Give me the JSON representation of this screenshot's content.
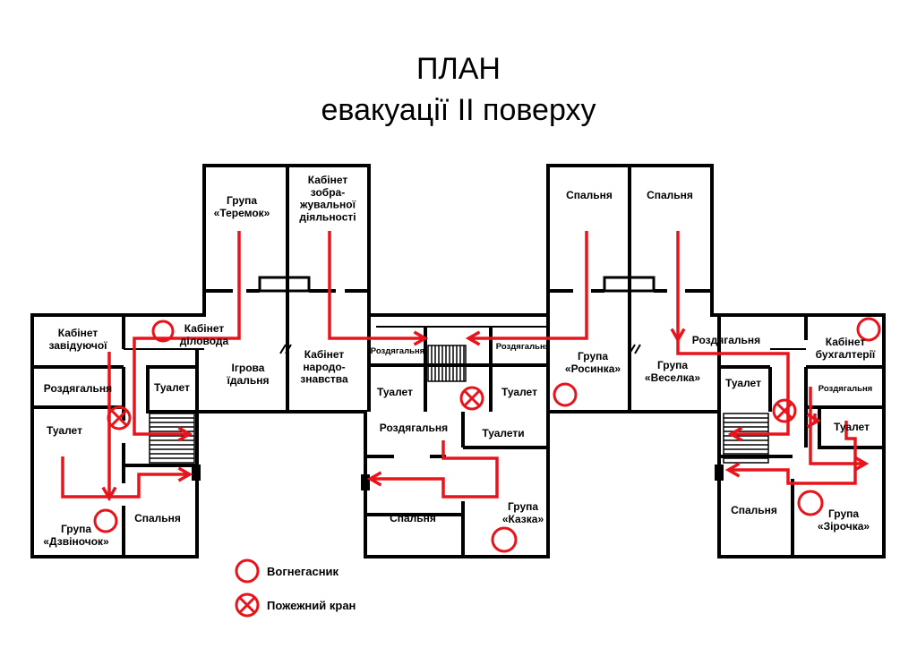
{
  "title": {
    "line1": "ПЛАН",
    "line2": "евакуації ІІ поверху"
  },
  "colors": {
    "walls": "#000000",
    "route": "#e8141b",
    "background": "#ffffff"
  },
  "rooms": {
    "teremok": [
      "Група",
      "«Теремок»"
    ],
    "kabinet_zobr": [
      "Кабінет",
      "зобра-",
      "жувальної",
      "діяльності"
    ],
    "spalnya_top1": [
      "Спальня"
    ],
    "spalnya_top2": [
      "Спальня"
    ],
    "zaviduyuchoyi": [
      "Кабінет",
      "завідуючої"
    ],
    "dilovoda": [
      "Кабінет",
      "діловода"
    ],
    "rozdyagalnya_left": [
      "Роздягальня"
    ],
    "tualet_left_a": [
      "Туалет"
    ],
    "tualet_left_b": [
      "Туалет"
    ],
    "igrova": [
      "Ігрова",
      "їдальня"
    ],
    "kabinet_narod": [
      "Кабінет",
      "народо-",
      "знавства"
    ],
    "rozdyag_center_left": [
      "Роздягальня"
    ],
    "rozdyag_center_right": [
      "Роздягальня"
    ],
    "tualet_center_left": [
      "Туалет"
    ],
    "tualet_center_right": [
      "Туалет"
    ],
    "rosynka": [
      "Група",
      "«Росинка»"
    ],
    "veselka": [
      "Група",
      "«Веселка»"
    ],
    "rozdyag_right_top": [
      "Роздягальня"
    ],
    "buhgalteriyi": [
      "Кабінет",
      "бухгалтерії"
    ],
    "rozdyag_right_small": [
      "Роздягальня"
    ],
    "tualet_right_a": [
      "Туалет"
    ],
    "tualet_right_b": [
      "Туалет"
    ],
    "dzvinochok": [
      "Група",
      "«Дзвіночок»"
    ],
    "spalnya_left": [
      "Спальня"
    ],
    "rozdyag_bottom": [
      "Роздягальня"
    ],
    "tualety": [
      "Туалети"
    ],
    "spalnya_center": [
      "Спальня"
    ],
    "kazka": [
      "Група",
      "«Казка»"
    ],
    "spalnya_right": [
      "Спальня"
    ],
    "zirochka": [
      "Група",
      "«Зірочка»"
    ]
  },
  "legend": {
    "extinguisher_label": "Вогнегасник",
    "hydrant_label": "Пожежний кран"
  }
}
